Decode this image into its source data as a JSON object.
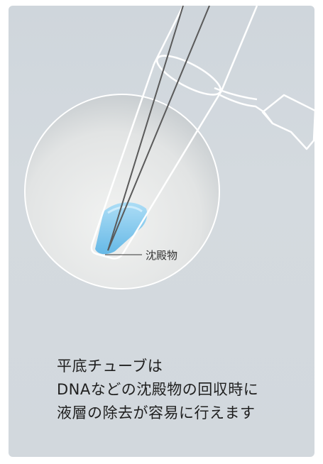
{
  "diagram": {
    "callout_label": "沈殿物"
  },
  "caption": {
    "line1": "平底チューブは",
    "line2": "DNAなどの沈殿物の回収時に",
    "line3": "液層の除去が容易に行えます"
  },
  "colors": {
    "card_background": "#d2d8dd",
    "circle_fill": "#e6e8e8",
    "liquid": "#7ec8ee",
    "tube_stroke": "#ffffff",
    "tip_stroke": "#555555"
  },
  "icons": {
    "tube": "microcentrifuge-tube-icon",
    "pipette": "pipette-tip-icon"
  }
}
